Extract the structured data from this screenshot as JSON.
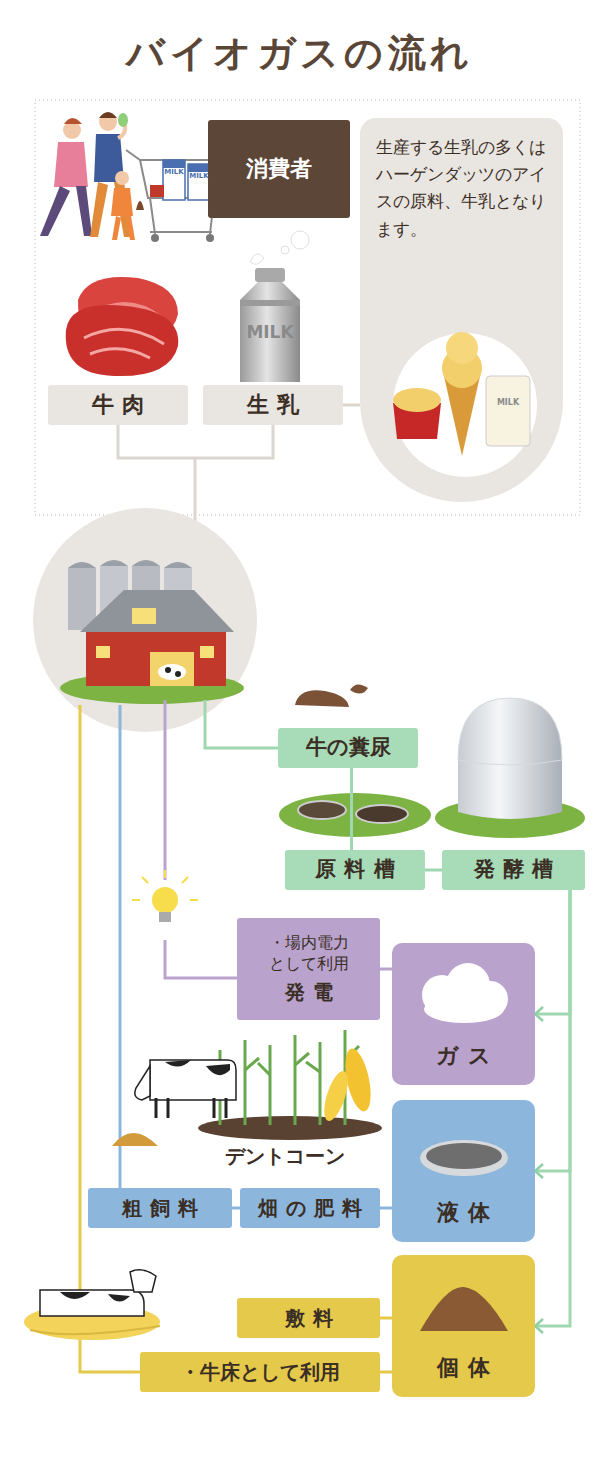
{
  "diagram": {
    "title": "バイオガスの流れ",
    "nodes": [
      {
        "text": [
          "消費者"
        ]
      },
      {
        "text": [
          "生産する生乳の多くはハーゲンダッツのアイスの原料、牛乳となります。"
        ]
      },
      {
        "text": [
          "牛肉"
        ]
      },
      {
        "text": [
          "生乳"
        ]
      },
      {
        "text": [
          "牛の糞尿"
        ]
      },
      {
        "text": [
          "原料槽"
        ]
      },
      {
        "text": [
          "発酵槽"
        ]
      },
      {
        "text": [
          "・場内電力として利用",
          "発電"
        ]
      },
      {
        "text": [
          "ガス"
        ]
      },
      {
        "text": [
          "畑の肥料"
        ]
      },
      {
        "text": [
          "粗飼料"
        ]
      },
      {
        "text": [
          "液体"
        ]
      },
      {
        "text": [
          "敷料"
        ]
      },
      {
        "text": [
          "・牛床として利用"
        ]
      },
      {
        "text": [
          "個体"
        ]
      }
    ],
    "edges": [
      {
        "from": 3,
        "to": 1,
        "arrow": "none"
      },
      {
        "from": 4,
        "to": 5,
        "arrow": "none"
      },
      {
        "from": 5,
        "to": 6,
        "arrow": "none"
      },
      {
        "from": 6,
        "to": 8,
        "arrow": "to"
      },
      {
        "from": 6,
        "to": 11,
        "arrow": "to"
      },
      {
        "from": 6,
        "to": 14,
        "arrow": "to"
      },
      {
        "from": 8,
        "to": 7,
        "arrow": "none"
      },
      {
        "from": 11,
        "to": 9,
        "arrow": "none"
      },
      {
        "from": 9,
        "to": 10,
        "arrow": "none"
      },
      {
        "from": 14,
        "to": 12,
        "arrow": "none"
      },
      {
        "from": 14,
        "to": 13,
        "arrow": "none"
      }
    ],
    "labels": [
      "MILK",
      "MILK",
      "MILK",
      "MILK",
      "デントコーン"
    ]
  }
}
